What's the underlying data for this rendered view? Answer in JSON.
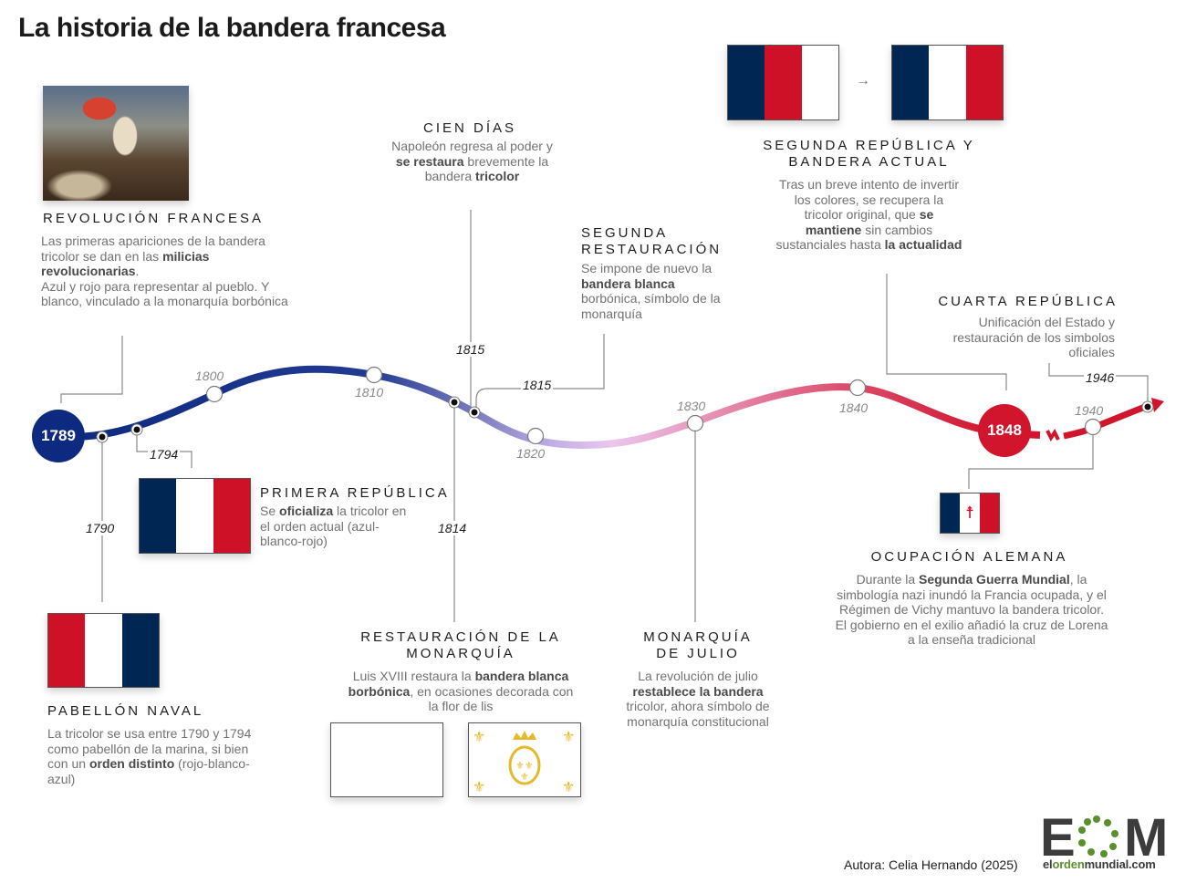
{
  "title": "La historia de la bandera francesa",
  "colors": {
    "flag_blue": "#002654",
    "flag_white": "#ffffff",
    "flag_red": "#ce1126",
    "timeline_start": "#0d2a80",
    "timeline_mid": "#e9c3ef",
    "timeline_end": "#d0152c",
    "logo_green": "#5a8f2e"
  },
  "timeline": {
    "start_node": "1789",
    "end_node": "1848",
    "decade_ticks": [
      "1800",
      "1810",
      "1820",
      "1830",
      "1840",
      "1940"
    ],
    "event_years": {
      "y1790": "1790",
      "y1794": "1794",
      "y1814": "1814",
      "y1815a": "1815",
      "y1815b": "1815",
      "y1946": "1946"
    }
  },
  "events": {
    "revolucion": {
      "title": "Revolución Francesa",
      "desc_1": "Las primeras apariciones de la bandera tricolor se dan en las ",
      "desc_bold": "milicias revolucionarias",
      "desc_2": ".",
      "desc_3": "Azul y rojo para representar al pueblo. Y blanco, vinculado a la monarquía borbónica",
      "image": "painting-liberty-leading-the-people"
    },
    "pabellon": {
      "title": "Pabellón naval",
      "desc_1": "La tricolor se usa entre 1790 y 1794 como pabellón de la marina, si bien con un ",
      "desc_bold": "orden distinto",
      "desc_2": " (rojo-blanco-azul)",
      "flag": [
        "red",
        "white",
        "blue"
      ]
    },
    "primera_republica": {
      "title": "Primera República",
      "desc_1": "Se ",
      "desc_bold": "oficializa",
      "desc_2": " la tricolor en el orden actual (azul-blanco-rojo)",
      "flag": [
        "blue",
        "white",
        "red"
      ]
    },
    "cien_dias": {
      "title": "Cien días",
      "desc_1": "Napoleón regresa al poder y ",
      "desc_bold": "se restaura",
      "desc_2": " brevemente la bandera ",
      "desc_bold2": "tricolor"
    },
    "restauracion": {
      "title": "Restauración de la monarquía",
      "desc_1": "Luis XVIII restaura la ",
      "desc_bold": "bandera blanca borbónica",
      "desc_2": ", en ocasiones decorada con la flor de lis",
      "flags": [
        "plain-white",
        "white-fleur-de-lis"
      ]
    },
    "segunda_restauracion": {
      "title": "Segunda Restauración",
      "desc_1": "Se impone de nuevo la ",
      "desc_bold": "bandera blanca",
      "desc_2": " borbónica, símbolo de la monarquía"
    },
    "monarquia_julio": {
      "title": "Monarquía de Julio",
      "desc_1": "La revolución de julio ",
      "desc_bold": "restablece la bandera",
      "desc_2": " tricolor, ahora símbolo de monarquía constitucional"
    },
    "segunda_republica": {
      "title": "Segunda República y bandera actual",
      "desc_1": "Tras un breve intento de invertir los colores, se recupera la tricolor original, que ",
      "desc_bold": "se mantiene",
      "desc_2": " sin cambios sustanciales hasta ",
      "desc_bold2": "la actualidad",
      "flags": [
        [
          "blue",
          "red",
          "white"
        ],
        [
          "blue",
          "white",
          "red"
        ]
      ],
      "arrow": "→"
    },
    "cuarta_republica": {
      "title": "Cuarta República",
      "desc": "Unificación del Estado y restauración de los simbolos oficiales"
    },
    "ocupacion": {
      "title": "Ocupación alemana",
      "desc_1": "Durante la ",
      "desc_bold": "Segunda Guerra Mundial",
      "desc_2": ", la simbología nazi inundó la Francia ocupada, y el Régimen de Vichy mantuvo la bandera tricolor. El gobierno en el exilio añadió la cruz de Lorena a la enseña tradicional",
      "flag": [
        "blue",
        "white-cross-of-lorraine",
        "red"
      ],
      "cross_glyph": "☨"
    }
  },
  "footer": {
    "author": "Autora: Celia Hernando (2025)",
    "logo_letters": "EOM",
    "logo_site_1": "el",
    "logo_site_2": "orden",
    "logo_site_3": "mundial.com"
  }
}
